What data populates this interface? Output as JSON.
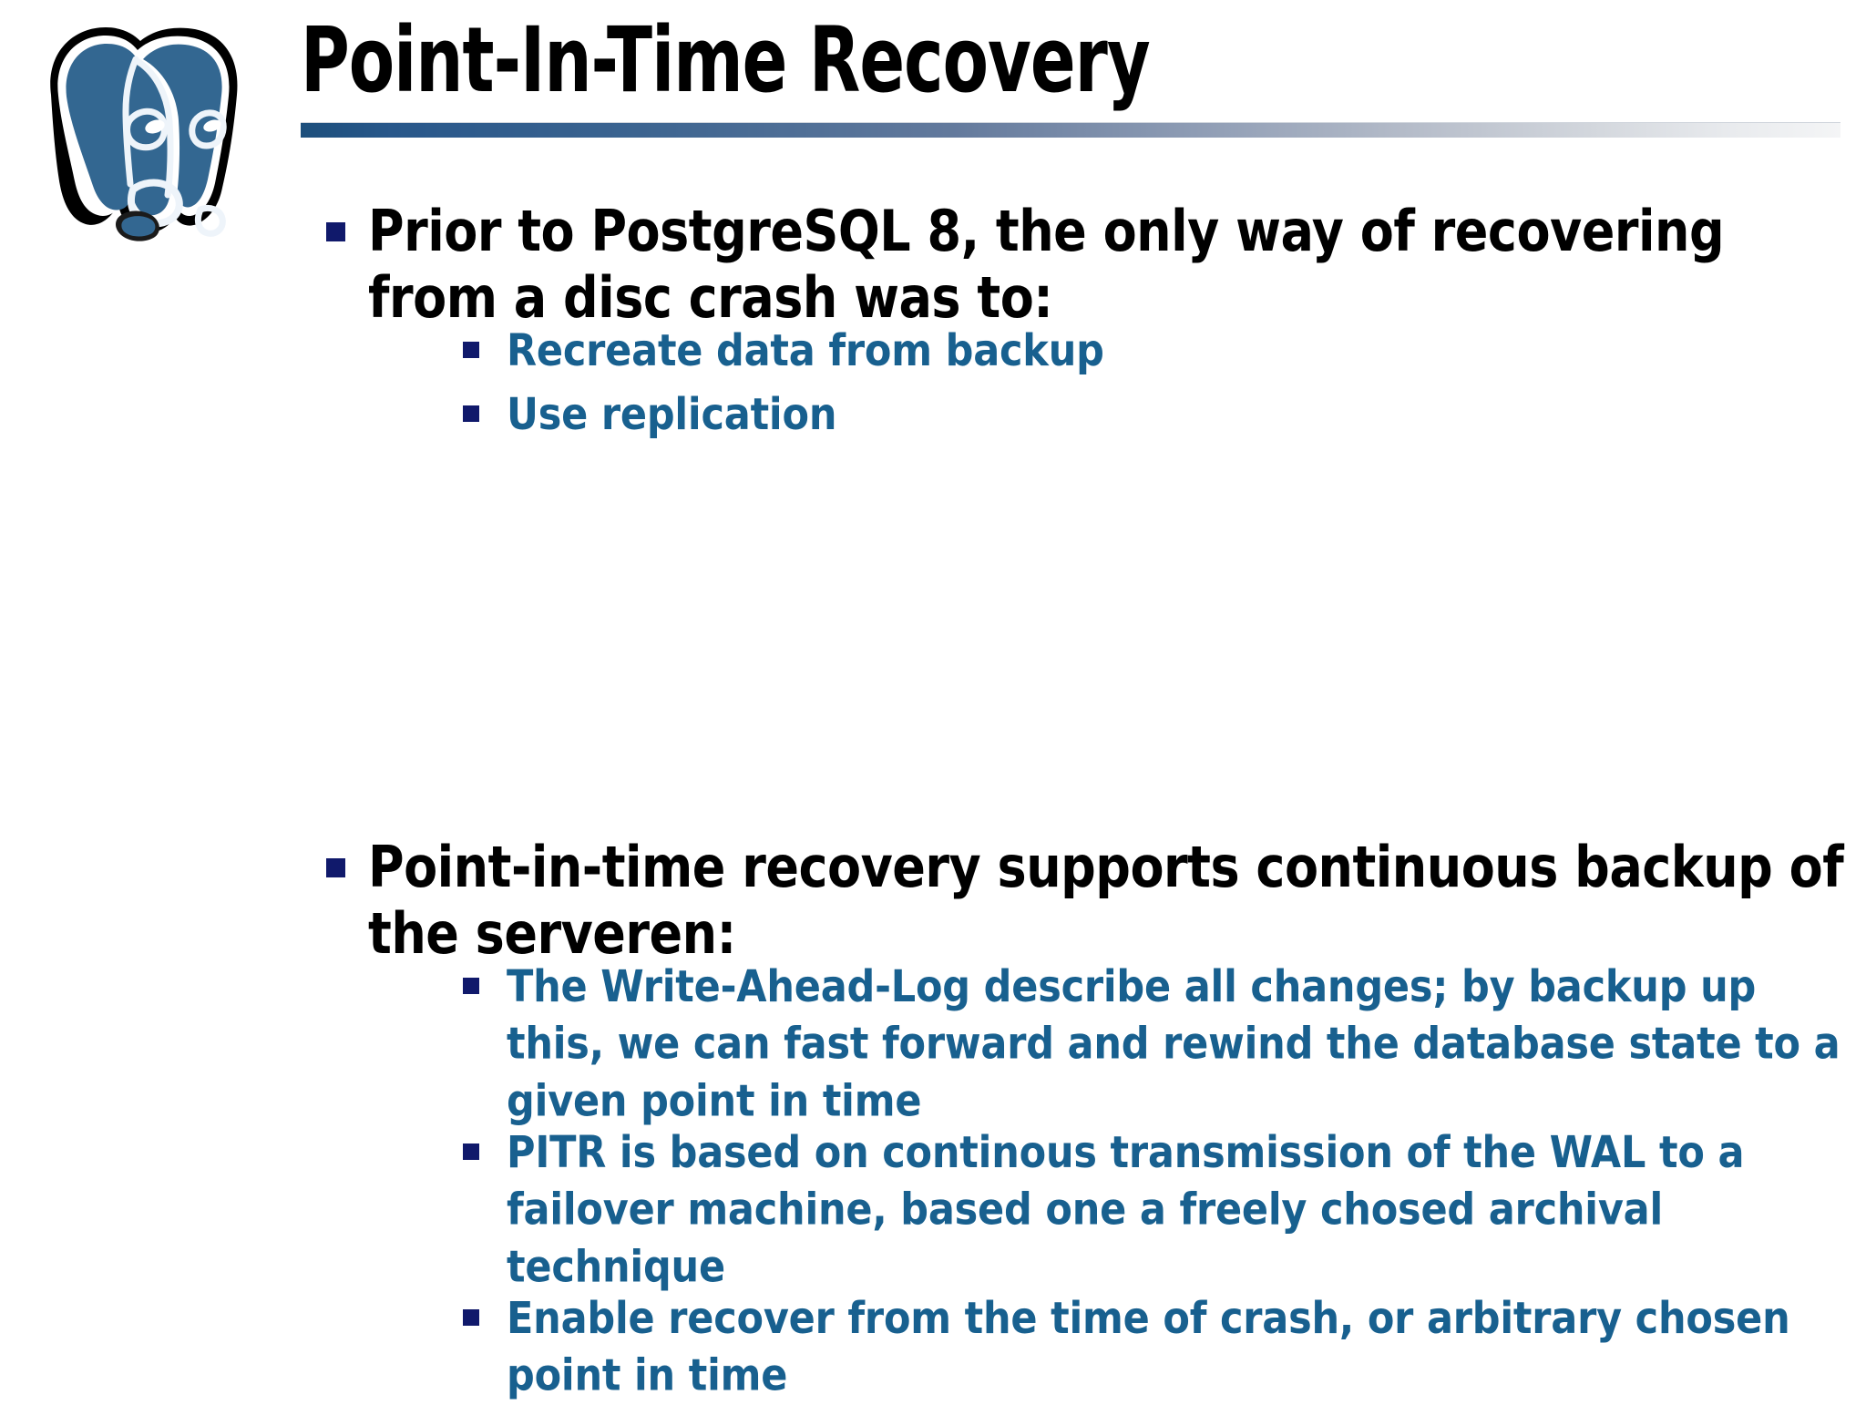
{
  "slide": {
    "title": "Point-In-Time Recovery",
    "logo_name": "postgresql-elephant-logo",
    "colors": {
      "title_text": "#000000",
      "rule_gradient_start": "#1d4f7c",
      "rule_gradient_end": "#f4f5f6",
      "level1_text": "#000000",
      "level2_text": "#18608f",
      "bullet_marker": "#10196b",
      "logo_body": "#336791",
      "logo_outline": "#000000",
      "background": "#ffffff"
    },
    "content": {
      "bullets": [
        {
          "text": "Prior to PostgreSQL 8, the only way of recovering from a disc crash was to:",
          "children": [
            "Recreate data from backup",
            "Use replication"
          ]
        },
        {
          "text": "Point-in-time recovery supports continuous backup of the serveren:",
          "children": [
            "The Write-Ahead-Log describe all changes; by backup up this, we can fast forward and rewind the database state to a given point in time",
            "PITR is based on continous transmission of the WAL to a failover machine, based one a freely chosed archival technique",
            "Enable recover from the time of crash, or arbitrary chosen point in time"
          ]
        }
      ]
    }
  }
}
